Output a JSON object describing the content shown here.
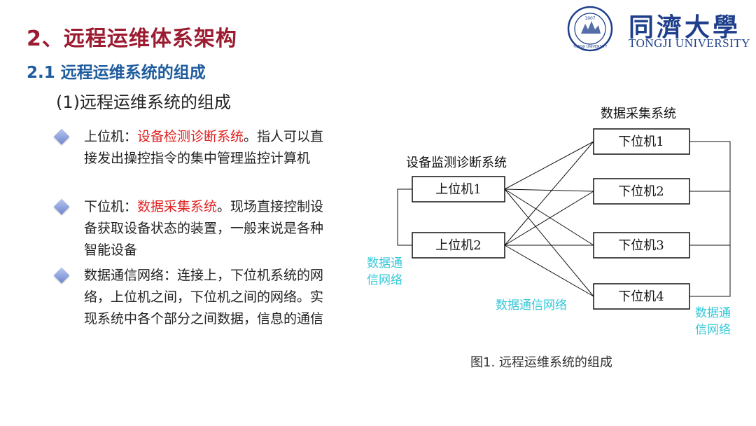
{
  "header": {
    "title": "2、远程运维体系架构",
    "subtitle": "2.1 远程运维系统的组成",
    "section": "(1)远程运维系统的组成"
  },
  "logo": {
    "cn_text": "同濟大學",
    "en_text": "TONGJI UNIVERSITY",
    "seal_year": "1907",
    "seal_text": "TONGJI UNIVERSITY"
  },
  "bullets": [
    {
      "prefix": "上位机：",
      "highlight": "设备检测诊断系统",
      "line1_rest": "。指人可以直",
      "line2": "接发出操控指令的集中管理监控计算机"
    },
    {
      "prefix": "下位机：",
      "highlight": "数据采集系统",
      "line1_rest": "。现场直接控制设",
      "line2": "备获取设备状态的装置，一般来说是各种",
      "line3": "智能设备"
    },
    {
      "line1": "数据通信网络：连接上，下位机系统的网",
      "line2": "络，上位机之间，下位机之间的网络。实",
      "line3": "现系统中各个部分之间数据，信息的通信"
    }
  ],
  "diagram": {
    "left_group_label": "设备监测诊断系统",
    "right_group_label": "数据采集系统",
    "upper_nodes": [
      "上位机1",
      "上位机2"
    ],
    "lower_nodes": [
      "下位机1",
      "下位机2",
      "下位机3",
      "下位机4"
    ],
    "net_left_line1": "数据通",
    "net_left_line2": "信网络",
    "net_center": "数据通信网络",
    "net_right_line1": "数据通",
    "net_right_line2": "信网络",
    "caption": "图1. 远程运维系统的组成"
  },
  "colors": {
    "title": "#9b1b30",
    "subtitle": "#1f5c9e",
    "highlight": "#e02020",
    "network_label": "#35c8d8",
    "logo": "#1e3f8c"
  }
}
